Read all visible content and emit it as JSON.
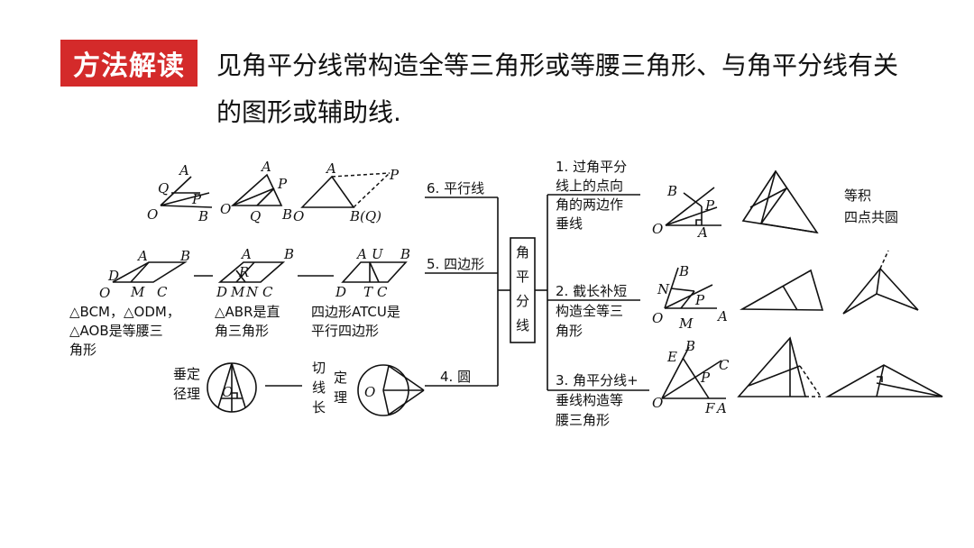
{
  "header": {
    "badge": "方法解读",
    "line1": "见角平分线常构造全等三角形或等腰三角形、与角平分线有关",
    "line2": "的图形或辅助线."
  },
  "center": {
    "chars": [
      "角",
      "平",
      "分",
      "线"
    ]
  },
  "left_branches": {
    "b6": "6. 平行线",
    "b5": "5. 四边形",
    "b4": "4. 圆"
  },
  "right_branches": {
    "r1": [
      "1. 过角平分",
      "线上的点向",
      "角的两边作",
      "垂线"
    ],
    "r2": [
      "2. 截长补短",
      "构造全等三",
      "角形"
    ],
    "r3": [
      "3. 角平分线+",
      "垂线构造等",
      "腰三角形"
    ]
  },
  "captions": {
    "quad1": [
      "△BCM，△ODM，",
      "△AOB是等腰三",
      "角形"
    ],
    "quad2": [
      "△ABR是直",
      "角三角形"
    ],
    "quad3": [
      "四边形ATCU是",
      "平行四边形"
    ],
    "chord": [
      "垂定",
      "径理"
    ],
    "tangent1": [
      "切",
      "线",
      "长"
    ],
    "tangent2": [
      "定",
      "理"
    ],
    "equal_area": [
      "等积",
      "四点共圆"
    ]
  },
  "points": {
    "p1": [
      "A",
      "Q",
      "P",
      "O",
      "B"
    ],
    "p2": [
      "A",
      "P",
      "O",
      "Q",
      "B"
    ],
    "p3": [
      "A",
      "P",
      "O",
      "B(Q)"
    ],
    "q1": [
      "A",
      "B",
      "D",
      "O",
      "M",
      "C"
    ],
    "q2": [
      "A",
      "B",
      "R",
      "D",
      "M",
      "N",
      "C"
    ],
    "q3": [
      "A",
      "U",
      "B",
      "D",
      "T",
      "C"
    ],
    "c1": [
      "O"
    ],
    "c2": [
      "O"
    ],
    "r1": [
      "B",
      "P",
      "O",
      "A"
    ],
    "r2": [
      "N",
      "B",
      "P",
      "O",
      "M",
      "A"
    ],
    "r3": [
      "E",
      "B",
      "C",
      "P",
      "O",
      "F",
      "A"
    ]
  }
}
